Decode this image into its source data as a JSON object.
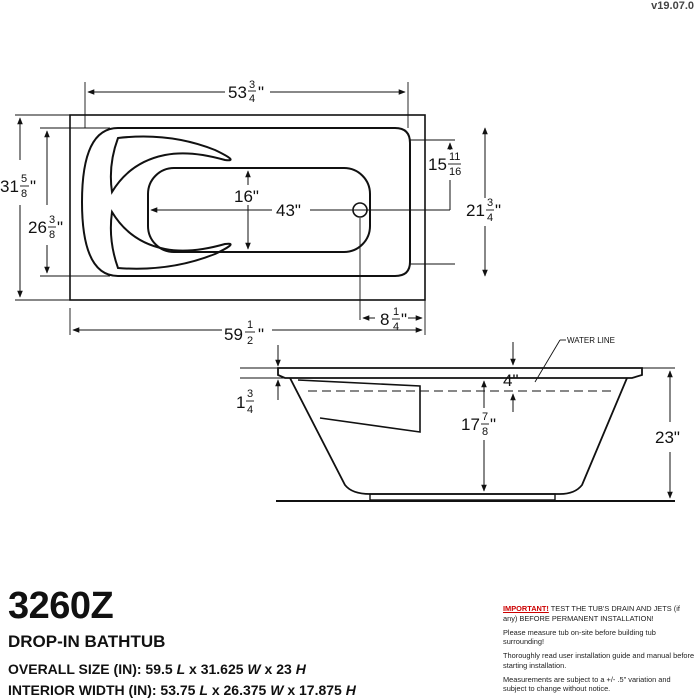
{
  "version": "v19.07.0",
  "model": "3260Z",
  "product_type": "DROP-IN BATHTUB",
  "overall_size": {
    "label": "OVERALL SIZE (IN):",
    "l": "59.5",
    "w": "31.625",
    "h": "23"
  },
  "interior_width": {
    "label": "INTERIOR WIDTH (IN):",
    "l": "53.75",
    "w": "26.375",
    "h": "17.875"
  },
  "units": {
    "l": "L",
    "w": "W",
    "h": "H",
    "x": "x"
  },
  "top_view": {
    "dim_interior_length": {
      "whole": "53",
      "num": "3",
      "den": "4"
    },
    "dim_overall_length": {
      "whole": "59",
      "num": "1",
      "den": "2"
    },
    "dim_overall_width": {
      "whole": "31",
      "num": "5",
      "den": "8"
    },
    "dim_interior_width": {
      "whole": "26",
      "num": "3",
      "den": "8"
    },
    "dim_floor_width": "16\"",
    "dim_floor_length": "43\"",
    "dim_end_width_small": {
      "whole": "15",
      "num": "11",
      "den": "16"
    },
    "dim_end_width_large": {
      "whole": "21",
      "num": "3",
      "den": "4"
    },
    "dim_drain_offset": {
      "whole": "8",
      "num": "1",
      "den": "4"
    }
  },
  "side_view": {
    "water_line": "WATER LINE",
    "dim_rim_to_water": "4\"",
    "dim_rim_thickness": {
      "whole": "1",
      "num": "3",
      "den": "4"
    },
    "dim_interior_depth": {
      "whole": "17",
      "num": "7",
      "den": "8"
    },
    "dim_overall_height": "23\""
  },
  "notes": {
    "important_label": "IMPORTANT!",
    "important_text": " TEST THE TUB'S DRAIN AND JETS (if any) BEFORE PERMANENT INSTALLATION!",
    "n1": "Please measure tub on-site before building tub surrounding!",
    "n2": "Thoroughly read user installation guide and manual before starting installation.",
    "n3": "Measurements are subject to a +/- .5\" variation and subject to change without notice."
  }
}
